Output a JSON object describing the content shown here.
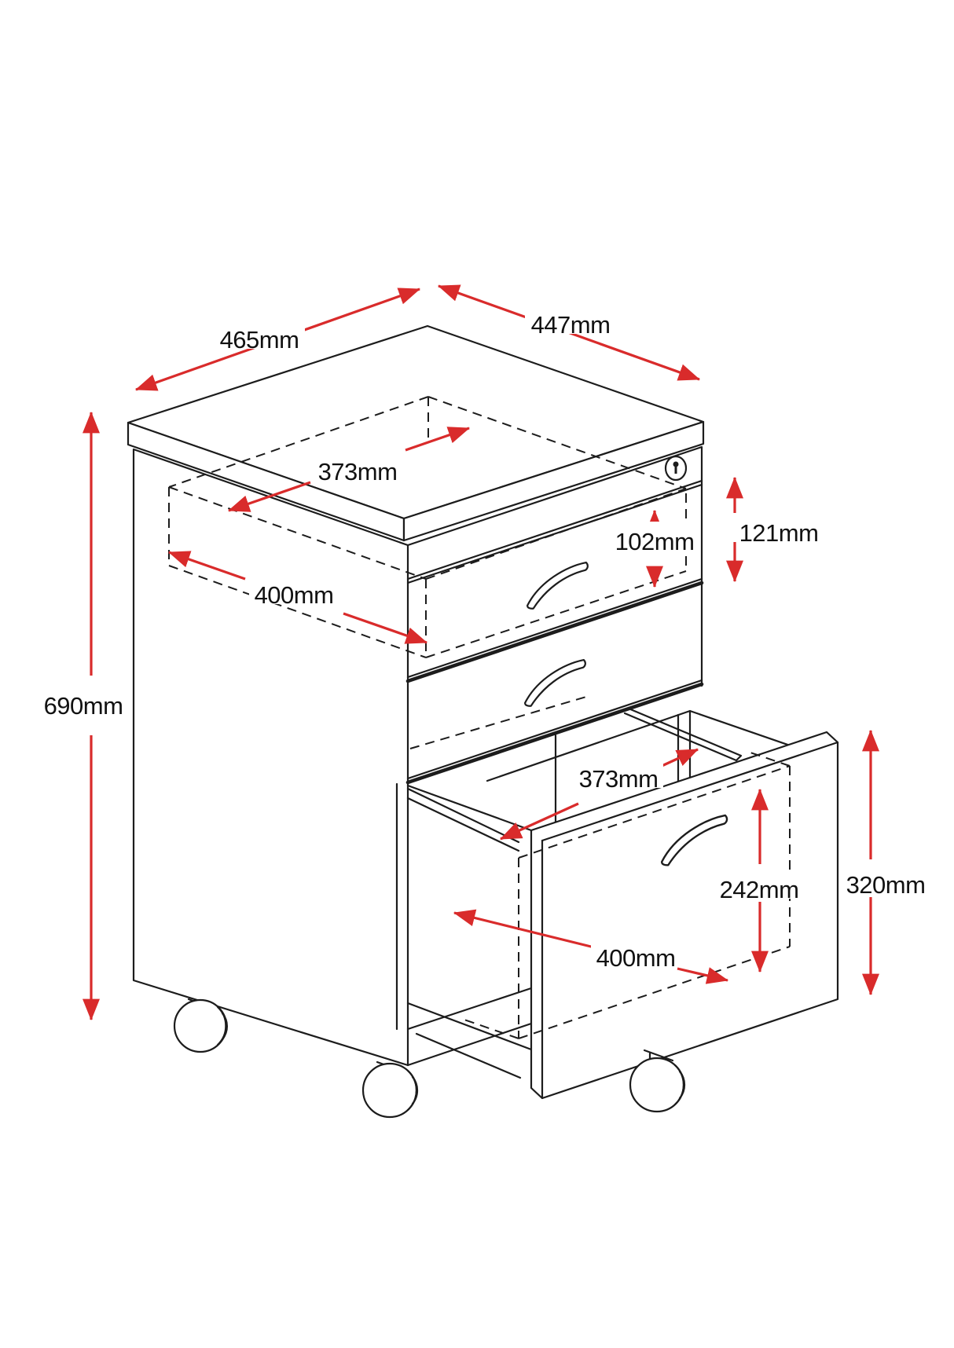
{
  "diagram": {
    "kind": "isometric dimensioned line drawing",
    "subject": "3-drawer mobile pedestal cabinet with open bottom drawer",
    "colors": {
      "dimension_red": "#d92b2b",
      "line_black": "#1c1c1c",
      "background": "#ffffff"
    },
    "dimensions": {
      "top_edge_left": "465mm",
      "top_edge_right": "447mm",
      "top_drawer_inner_width": "373mm",
      "top_drawer_inner_depth": "400mm",
      "top_drawer_inner_height": "102mm",
      "top_drawer_front_height": "121mm",
      "overall_height": "690mm",
      "bottom_drawer_inner_width": "373mm",
      "bottom_drawer_inner_height": "242mm",
      "bottom_drawer_front_height": "320mm",
      "bottom_drawer_inner_depth": "400mm"
    }
  }
}
